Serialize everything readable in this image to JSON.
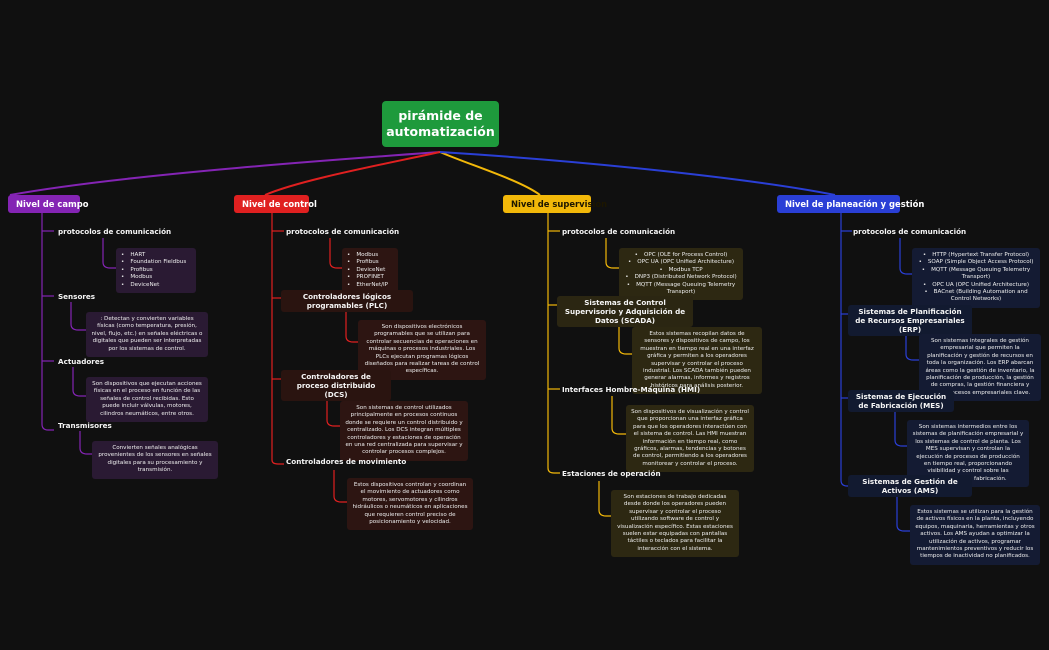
{
  "root": {
    "title": "pirámide de automatización"
  },
  "colors": {
    "root": "#1e9a3c",
    "campo": "#8424b4",
    "control": "#e02020",
    "supervision": "#f2b809",
    "erp": "#2a3fd6"
  },
  "branches": {
    "campo": {
      "title": "Nivel de campo",
      "protocols_title": "protocolos de comunicación",
      "protocols": [
        "HART",
        "Foundation Fieldbus",
        "Profibus",
        "Modbus",
        "DeviceNet"
      ],
      "sensores_title": "Sensores",
      "sensores_desc": ": Detectan y convierten variables físicas (como temperatura, presión, nivel, flujo, etc.) en señales eléctricas o digitales que pueden ser interpretadas por los sistemas de control.",
      "actuadores_title": "Actuadores",
      "actuadores_desc": "Son dispositivos que ejecutan acciones físicas en el proceso en función de las señales de control recibidas. Esto puede incluir válvulas, motores, cilindros neumáticos, entre otros.",
      "transmisores_title": "Transmisores",
      "transmisores_desc": "Convierten señales analógicas provenientes de los sensores en señales digitales para su procesamiento y transmisión."
    },
    "control": {
      "title": "Nivel de control",
      "protocols_title": "protocolos de comunicación",
      "protocols": [
        "Modbus",
        "Profibus",
        "DeviceNet",
        "PROFINET",
        "EtherNet/IP"
      ],
      "plc_title": "Controladores lógicos programables (PLC)",
      "plc_desc": "Son dispositivos electrónicos programables que se utilizan para controlar secuencias de operaciones en máquinas o procesos industriales. Los PLCs ejecutan programas lógicos diseñados para realizar tareas de control específicas.",
      "dcs_title": "Controladores de proceso distribuido (DCS)",
      "dcs_desc": "Son sistemas de control utilizados principalmente en procesos continuos donde se requiere un control distribuido y centralizado. Los DCS integran múltiples controladores y estaciones de operación en una red centralizada para supervisar y controlar procesos complejos.",
      "mov_title": "Controladores de movimiento",
      "mov_desc": "Estos dispositivos controlan y coordinan el movimiento de actuadores como motores, servomotores y cilindros hidráulicos o neumáticos en aplicaciones que requieren control preciso de posicionamiento y velocidad."
    },
    "supervision": {
      "title": "Nivel de supervisión",
      "protocols_title": "protocolos de comunicación",
      "protocols": [
        "OPC (OLE for Process Control)",
        "OPC UA (OPC Unified Architecture)",
        "Modbus TCP",
        "DNP3 (Distributed Network Protocol)",
        "MQTT (Message Queuing Telemetry Transport)"
      ],
      "scada_title": "Sistemas de Control Supervisorio y Adquisición de Datos (SCADA)",
      "scada_desc": "Estos sistemas recopilan datos de sensores y dispositivos de campo, los muestran en tiempo real en una interfaz gráfica y permiten a los operadores supervisar y controlar el proceso industrial. Los SCADA también pueden generar alarmas, informes y registros históricos para análisis posterior.",
      "hmi_title": "Interfaces Hombre-Máquina (HMI)",
      "hmi_desc": "Son dispositivos de visualización y control que proporcionan una interfaz gráfica para que los operadores interactúen con el sistema de control. Las HMI muestran información en tiempo real, como gráficos, alarmas, tendencias y botones de control, permitiendo a los operadores monitorear y controlar el proceso.",
      "est_title": "Estaciones de operación",
      "est_desc": "Son estaciones de trabajo dedicadas desde donde los operadores pueden supervisar y controlar el proceso utilizando software de control y visualización específico. Estas estaciones suelen estar equipadas con pantallas táctiles o teclados para facilitar la interacción con el sistema."
    },
    "erp": {
      "title": "Nivel de planeación y gestión",
      "protocols_title": "protocolos de comunicación",
      "protocols": [
        "HTTP (Hypertext Transfer Protocol)",
        "SOAP (Simple Object Access Protocol)",
        "MQTT (Message Queuing Telemetry Transport)",
        "OPC UA (OPC Unified Architecture)",
        "BACnet (Building Automation and Control Networks)"
      ],
      "erp_title": "Sistemas de Planificación de Recursos Empresariales (ERP)",
      "erp_desc": "Son sistemas integrales de gestión empresarial que permiten la planificación y gestión de recursos en toda la organización. Los ERP abarcan áreas como la gestión de inventario, la planificación de producción, la gestión de compras, la gestión financiera y otros procesos empresariales clave.",
      "mes_title": "Sistemas de Ejecución de Fabricación (MES)",
      "mes_desc": "Son sistemas intermedios entre los sistemas de planificación empresarial y los sistemas de control de planta. Los MES supervisan y controlan la ejecución de procesos de producción en tiempo real, proporcionando visibilidad y control sobre las operaciones de fabricación.",
      "ams_title": "Sistemas de Gestión de Activos (AMS)",
      "ams_desc": "Estos sistemas se utilizan para la gestión de activos físicos en la planta, incluyendo equipos, maquinaria, herramientas y otros activos. Los AMS ayudan a optimizar la utilización de activos, programar mantenimientos preventivos y reducir los tiempos de inactividad no planificados."
    }
  }
}
